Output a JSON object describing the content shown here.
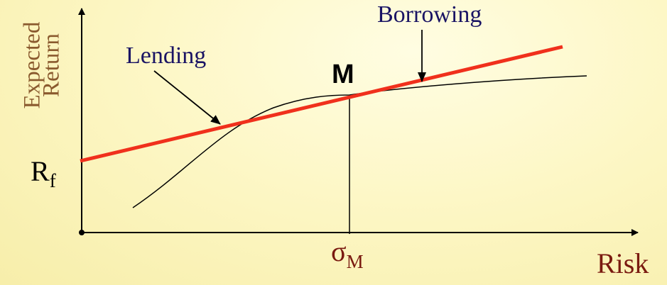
{
  "labels": {
    "y_axis_line1": "Expected",
    "y_axis_line2": "Return",
    "x_axis": "Risk",
    "borrowing": "Borrowing",
    "lending": "Lending",
    "market_point": "M",
    "risk_free_base": "R",
    "risk_free_sub": "f",
    "sigma_base": "σ",
    "sigma_sub": "M"
  },
  "colors": {
    "capital_market_line": "#f0301c",
    "frontier_curve": "#000000",
    "axes": "#000000",
    "annotation_text": "#1a1464",
    "axis_label_text": "#7a1a10",
    "y_axis_label_text": "#8a5a2e"
  }
}
